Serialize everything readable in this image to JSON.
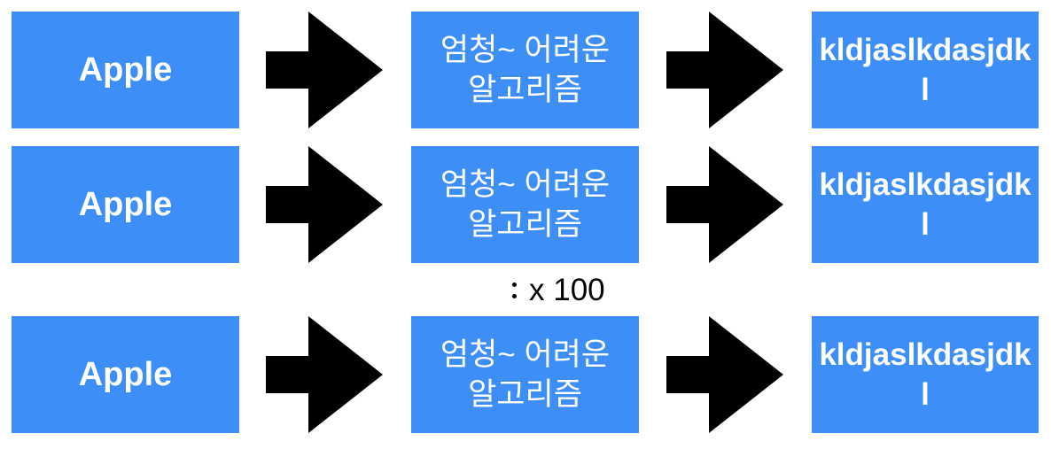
{
  "colors": {
    "box_fill": "#3d8ff7",
    "box_text": "#ffffff",
    "arrow": "#000000"
  },
  "rows": [
    {
      "input": "Apple",
      "algorithm": "엄청~ 어려운 알고리즘",
      "output": "kldjaslkdasjdkl"
    },
    {
      "input": "Apple",
      "algorithm": "엄청~ 어려운 알고리즘",
      "output": "kldjaslkdasjdkl"
    },
    {
      "input": "Apple",
      "algorithm": "엄청~ 어려운 알고리즘",
      "output": "kldjaslkdasjdkl"
    }
  ],
  "repeat_label": "x 100",
  "icons": {
    "arrow": "right-arrow-icon",
    "ellipsis": "vertical-ellipsis-icon"
  }
}
